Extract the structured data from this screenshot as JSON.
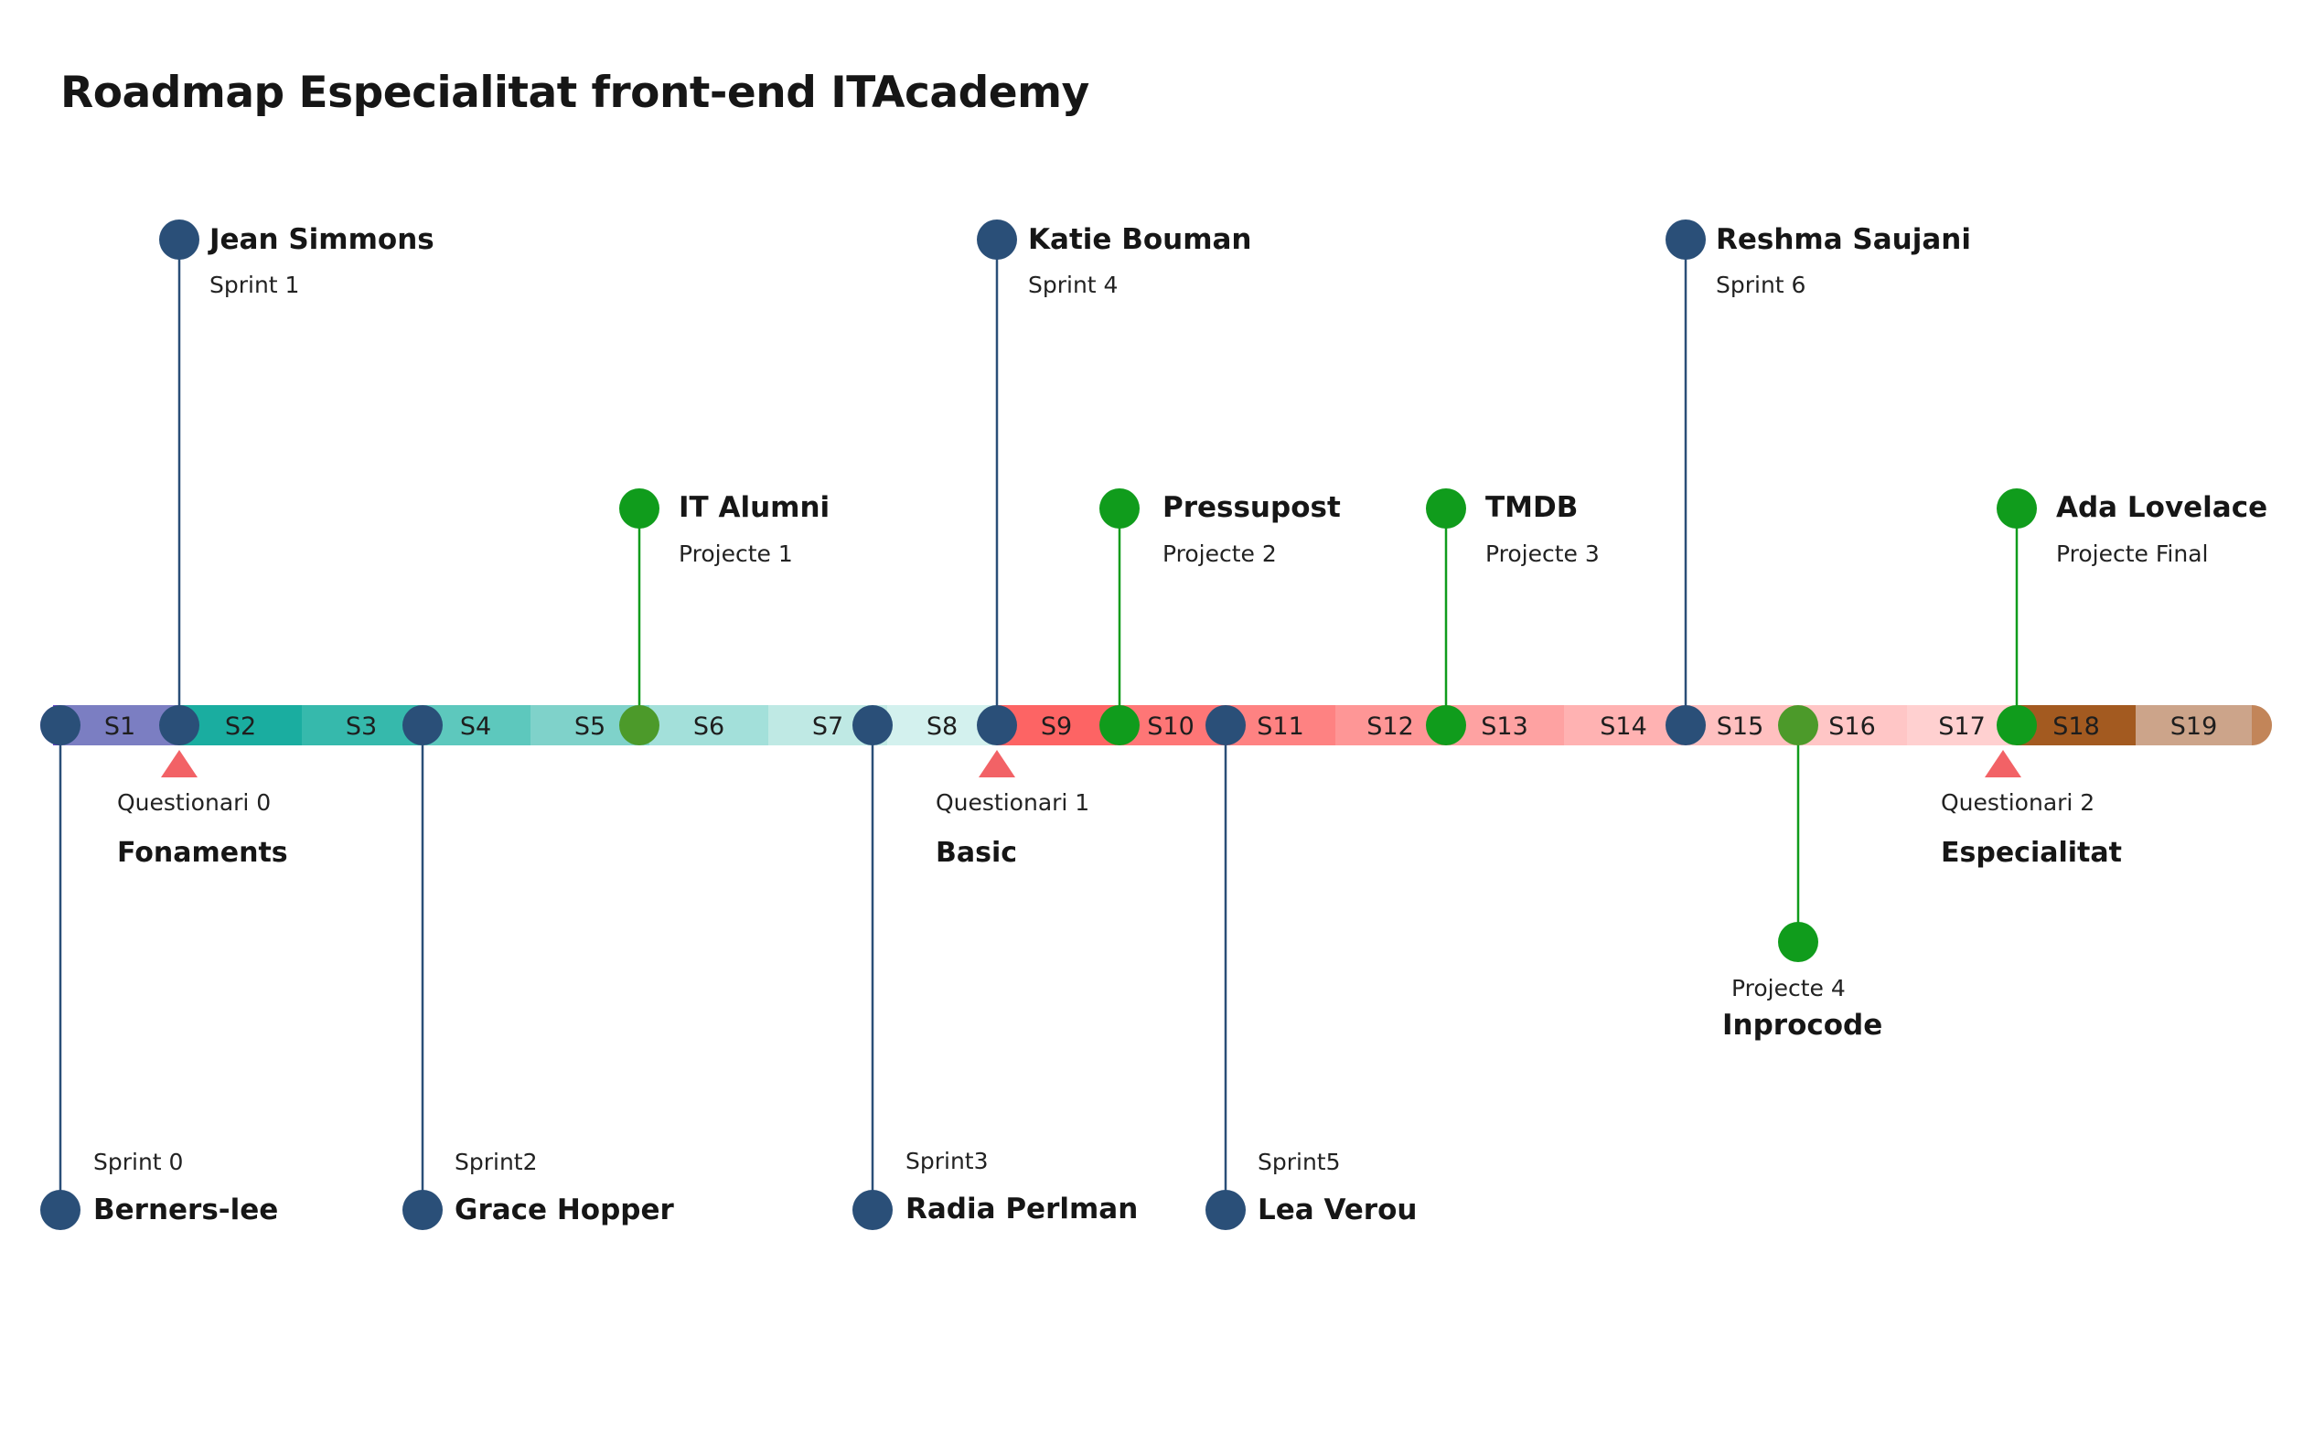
{
  "title": "Roadmap Especialitat front-end ITAcademy",
  "colors": {
    "sprint_marker": "#2a4f78",
    "project_marker": "#109c1c",
    "project_marker_light": "#4c9a2a",
    "questionnaire_marker": "#f26266"
  },
  "segments": [
    {
      "label": "S1",
      "color": "#7b7ec2"
    },
    {
      "label": "S2",
      "color": "#1aada0"
    },
    {
      "label": "S3",
      "color": "#36b9ac"
    },
    {
      "label": "S4",
      "color": "#5dc8bd"
    },
    {
      "label": "S5",
      "color": "#7fd2ca"
    },
    {
      "label": "S6",
      "color": "#a3e0da"
    },
    {
      "label": "S7",
      "color": "#bfe9e4"
    },
    {
      "label": "S8",
      "color": "#d3f1ee"
    },
    {
      "label": "S9",
      "color": "#fd6464"
    },
    {
      "label": "S10",
      "color": "#fe7676"
    },
    {
      "label": "S11",
      "color": "#fe8282"
    },
    {
      "label": "S12",
      "color": "#fe9696"
    },
    {
      "label": "S13",
      "color": "#fea2a2"
    },
    {
      "label": "S14",
      "color": "#ffb2b2"
    },
    {
      "label": "S15",
      "color": "#ffc0c0"
    },
    {
      "label": "S16",
      "color": "#ffc6c6"
    },
    {
      "label": "S17",
      "color": "#ffd0d0"
    },
    {
      "label": "S18",
      "color": "#a35a20"
    },
    {
      "label": "S19",
      "color": "#cca48a"
    }
  ],
  "sprints": [
    {
      "name": "Berners-lee",
      "sprint": "Sprint 0",
      "side": "below"
    },
    {
      "name": "Jean Simmons",
      "sprint": "Sprint 1",
      "side": "above"
    },
    {
      "name": "Grace Hopper",
      "sprint": "Sprint2",
      "side": "below"
    },
    {
      "name": "Radia Perlman",
      "sprint": "Sprint3",
      "side": "below"
    },
    {
      "name": "Katie Bouman",
      "sprint": "Sprint 4",
      "side": "above"
    },
    {
      "name": "Lea Verou",
      "sprint": "Sprint5",
      "side": "below"
    },
    {
      "name": "Reshma Saujani",
      "sprint": "Sprint 6",
      "side": "above"
    }
  ],
  "projects": [
    {
      "name": "IT Alumni",
      "label": "Projecte 1",
      "side": "above"
    },
    {
      "name": "Pressupost",
      "label": "Projecte 2",
      "side": "above"
    },
    {
      "name": "TMDB",
      "label": "Projecte 3",
      "side": "above"
    },
    {
      "name": "Inprocode",
      "label": "Projecte 4",
      "side": "below"
    },
    {
      "name": "Ada Lovelace",
      "label": "Projecte Final",
      "side": "above"
    }
  ],
  "phases": [
    {
      "questionnaire": "Questionari 0",
      "phase": "Fonaments"
    },
    {
      "questionnaire": "Questionari 1",
      "phase": "Basic"
    },
    {
      "questionnaire": "Questionari 2",
      "phase": "Especialitat"
    }
  ]
}
